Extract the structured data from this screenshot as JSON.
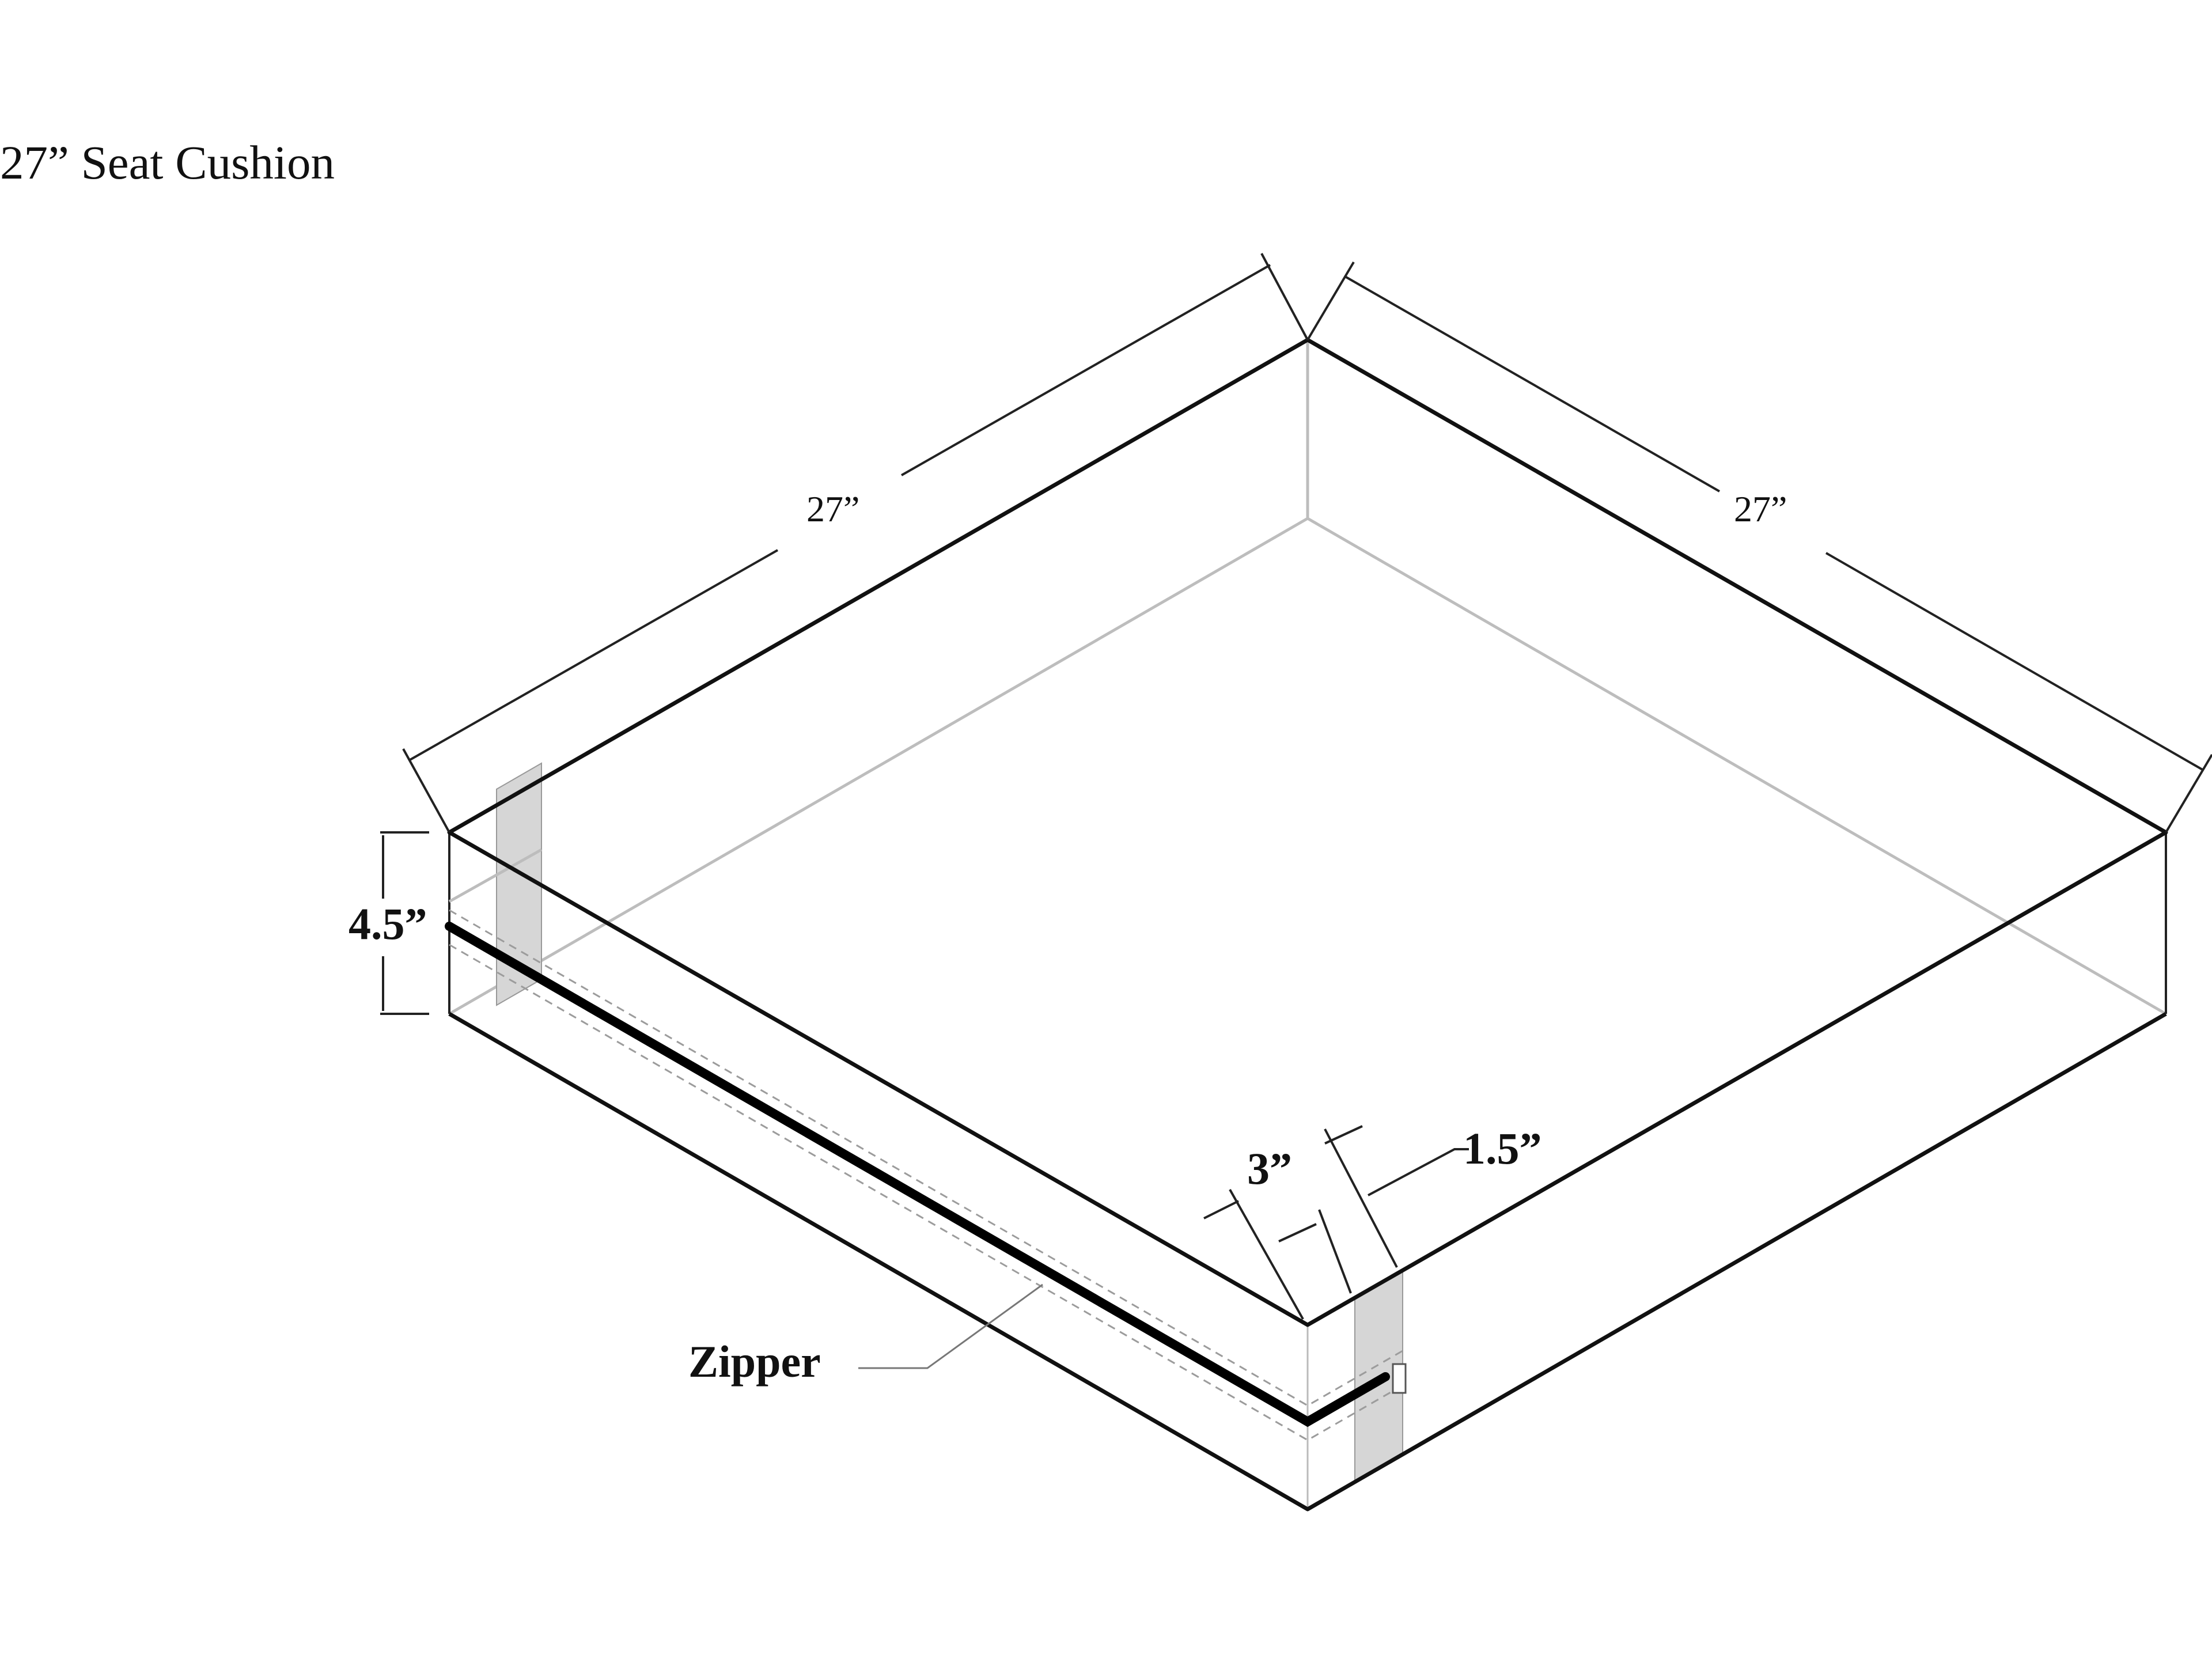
{
  "title": "27” Seat Cushion",
  "dimensions": {
    "left_width": "27”",
    "right_depth": "27”",
    "height": "4.5”",
    "gusset_width": "3”",
    "seam_offset": "1.5”"
  },
  "labels": {
    "zipper": "Zipper"
  },
  "colors": {
    "line": "#111111",
    "hidden_line": "#bdbdbd",
    "gusset_fill": "#d6d6d6",
    "zipper": "#000000"
  }
}
